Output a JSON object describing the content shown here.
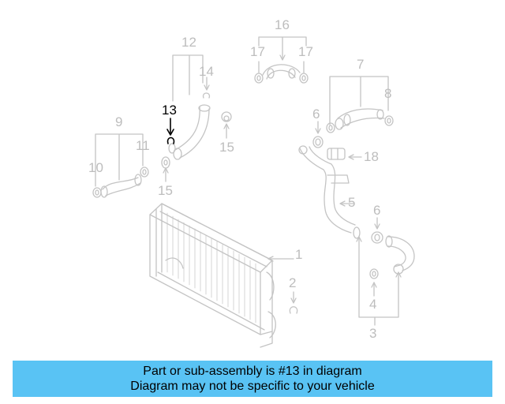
{
  "diagram": {
    "highlighted_part": "13",
    "callouts": [
      {
        "id": "c1",
        "text": "1"
      },
      {
        "id": "c2",
        "text": "2"
      },
      {
        "id": "c3",
        "text": "3"
      },
      {
        "id": "c4",
        "text": "4"
      },
      {
        "id": "c5",
        "text": "5"
      },
      {
        "id": "c6a",
        "text": "6"
      },
      {
        "id": "c6b",
        "text": "6"
      },
      {
        "id": "c7",
        "text": "7"
      },
      {
        "id": "c8",
        "text": "8"
      },
      {
        "id": "c9",
        "text": "9"
      },
      {
        "id": "c10",
        "text": "10"
      },
      {
        "id": "c11",
        "text": "11"
      },
      {
        "id": "c12",
        "text": "12"
      },
      {
        "id": "c13",
        "text": "13"
      },
      {
        "id": "c14",
        "text": "14"
      },
      {
        "id": "c15a",
        "text": "15"
      },
      {
        "id": "c15b",
        "text": "15"
      },
      {
        "id": "c16",
        "text": "16"
      },
      {
        "id": "c17a",
        "text": "17"
      },
      {
        "id": "c17b",
        "text": "17"
      },
      {
        "id": "c18",
        "text": "18"
      }
    ],
    "colors": {
      "line": "#bdbdbd",
      "highlight": "#000000",
      "banner": "#59c3f4"
    }
  },
  "banner": {
    "line1": "Part or sub-assembly is #13 in diagram",
    "line2": "Diagram may not be specific to your vehicle"
  }
}
